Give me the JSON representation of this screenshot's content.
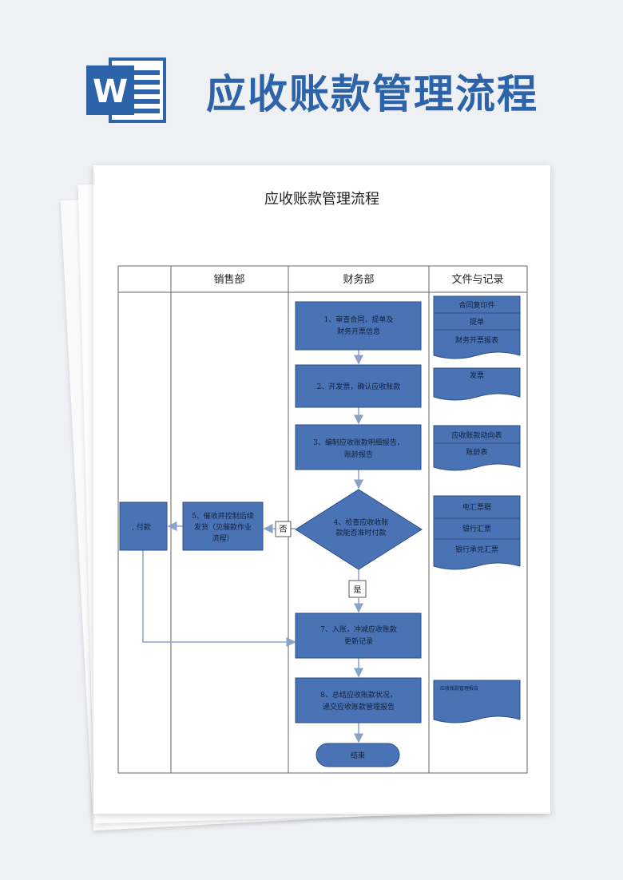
{
  "banner": {
    "title": "应收账款管理流程",
    "logo_letter": "W"
  },
  "document": {
    "title": "应收账款管理流程",
    "lanes": [
      "",
      "销售部",
      "财务部",
      "文件与记录"
    ]
  },
  "nodes": {
    "step1": [
      "1、审查合同，提单及",
      "财务开票信息"
    ],
    "step2": [
      "2、开发票，确认应收账款"
    ],
    "step3": [
      "3、编制应收账款明细报告，",
      "账龄报告"
    ],
    "step4": [
      "4、检查应收收账",
      "款能否准时付款"
    ],
    "step5": [
      "5、催收并控制后续",
      "发货（见催款作业",
      "流程）"
    ],
    "pay": [
      ", 付款"
    ],
    "step7": [
      "7、入账，冲减应收账款",
      "更新记录"
    ],
    "step8": [
      "8、总结应收账款状况，",
      "递交应收账款管理报告"
    ],
    "end": "结束"
  },
  "labels": {
    "no": "否",
    "yes": "是"
  },
  "records": {
    "r1": [
      "合同复印件",
      "提单",
      "财务开票报表"
    ],
    "r2": [
      "发票"
    ],
    "r3": [
      "应收账款动向表",
      "账龄表"
    ],
    "r4": [
      "电汇票据",
      "银行汇票",
      "银行承兑汇票"
    ],
    "r5": [
      "应收账款管理报告"
    ]
  },
  "colors": {
    "node_fill": "#4a73b5",
    "node_stroke": "#2f4f86",
    "banner_blue": "#2d63a8",
    "arrow": "#8aa2c8"
  }
}
